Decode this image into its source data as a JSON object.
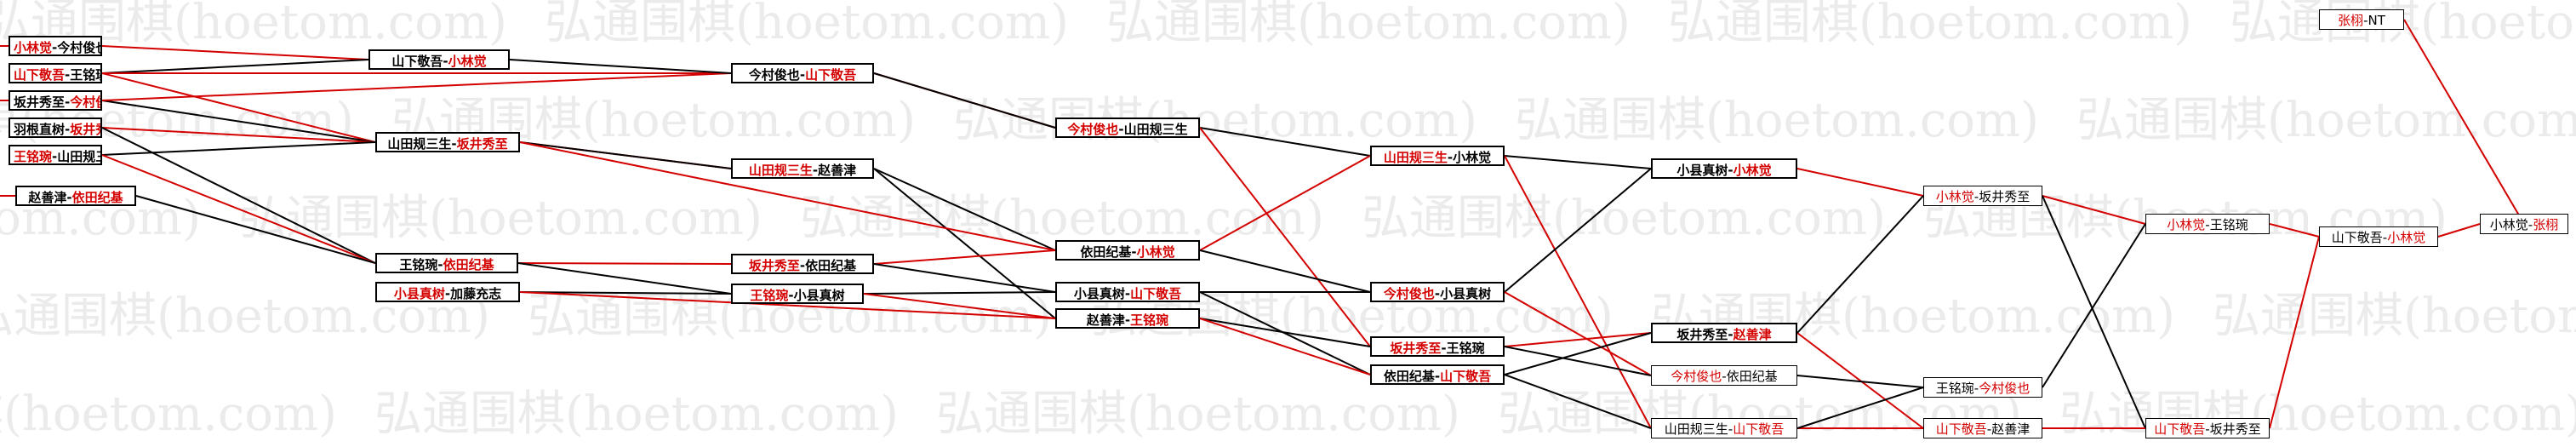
{
  "diagram": {
    "watermark": "弘通围棋(hoetom.com)",
    "round_1": {
      "m1": {
        "black": "小林觉",
        "white": "今村俊也",
        "winner": "black"
      },
      "m2": {
        "black": "山下敬吾",
        "white": "王铭琬",
        "winner": "black"
      },
      "m3": {
        "black": "坂井秀至",
        "white": "今村俊也",
        "winner": "white"
      },
      "m4": {
        "black": "羽根直树",
        "white": "坂井秀至",
        "winner": "white"
      },
      "m5": {
        "black": "王铭琬",
        "white": "山田规三生",
        "winner": "black"
      },
      "m6": {
        "black": "赵善津",
        "white": "依田纪基",
        "winner": "white"
      }
    },
    "round_2": {
      "m1": {
        "black": "山下敬吾",
        "white": "小林觉",
        "winner": "white"
      },
      "m2": {
        "black": "山田规三生",
        "white": "坂井秀至",
        "winner": "white"
      },
      "m3": {
        "black": "王铭琬",
        "white": "依田纪基",
        "winner": "white"
      },
      "m4": {
        "black": "小县真树",
        "white": "加藤充志",
        "winner": "black"
      }
    },
    "round_3": {
      "m1": {
        "black": "今村俊也",
        "white": "山下敬吾",
        "winner": "white"
      },
      "m2": {
        "black": "山田规三生",
        "white": "赵善津",
        "winner": "black"
      },
      "m3": {
        "black": "坂井秀至",
        "white": "依田纪基",
        "winner": "black"
      },
      "m4": {
        "black": "王铭琬",
        "white": "小县真树",
        "winner": "black"
      }
    },
    "round_4": {
      "m1": {
        "black": "今村俊也",
        "white": "山田规三生",
        "winner": "black"
      },
      "m2": {
        "black": "依田纪基",
        "white": "小林觉",
        "winner": "white"
      },
      "m3": {
        "black": "小县真树",
        "white": "山下敬吾",
        "winner": "white"
      },
      "m4": {
        "black": "赵善津",
        "white": "王铭琬",
        "winner": "white"
      }
    },
    "round_5": {
      "m1": {
        "black": "山田规三生",
        "white": "小林觉",
        "winner": "black"
      },
      "m2": {
        "black": "今村俊也",
        "white": "小县真树",
        "winner": "black"
      },
      "m3": {
        "black": "坂井秀至",
        "white": "王铭琬",
        "winner": "black"
      },
      "m4": {
        "black": "依田纪基",
        "white": "山下敬吾",
        "winner": "white"
      }
    },
    "round_6": {
      "m1": {
        "black": "小县真树",
        "white": "小林觉",
        "winner": "white"
      },
      "m2": {
        "black": "坂井秀至",
        "white": "赵善津",
        "winner": "white"
      },
      "m3": {
        "black": "今村俊也",
        "white": "依田纪基",
        "winner": "black"
      },
      "m4": {
        "black": "山田规三生",
        "white": "山下敬吾",
        "winner": "white"
      }
    },
    "round_7": {
      "m1": {
        "black": "小林觉",
        "white": "坂井秀至",
        "winner": "black"
      },
      "m2": {
        "black": "王铭琬",
        "white": "今村俊也",
        "winner": "white"
      },
      "m3": {
        "black": "山下敬吾",
        "white": "赵善津",
        "winner": "black"
      }
    },
    "round_8": {
      "m1": {
        "black": "小林觉",
        "white": "王铭琬",
        "winner": "black"
      },
      "m2": {
        "black": "山下敬吾",
        "white": "坂井秀至",
        "winner": "black"
      }
    },
    "round_9": {
      "m1": {
        "black": "山下敬吾",
        "white": "小林觉",
        "winner": "white"
      }
    },
    "final": {
      "m1": {
        "black": "小林觉",
        "white": "张栩",
        "winner": "white"
      },
      "m2": {
        "black": "张栩",
        "white": "NT",
        "winner": "black"
      }
    }
  },
  "colors": {
    "winner": "#d40000",
    "loser": "#000000",
    "red_line": "#d40000",
    "black_line": "#000000",
    "watermark": "#ebebeb"
  }
}
